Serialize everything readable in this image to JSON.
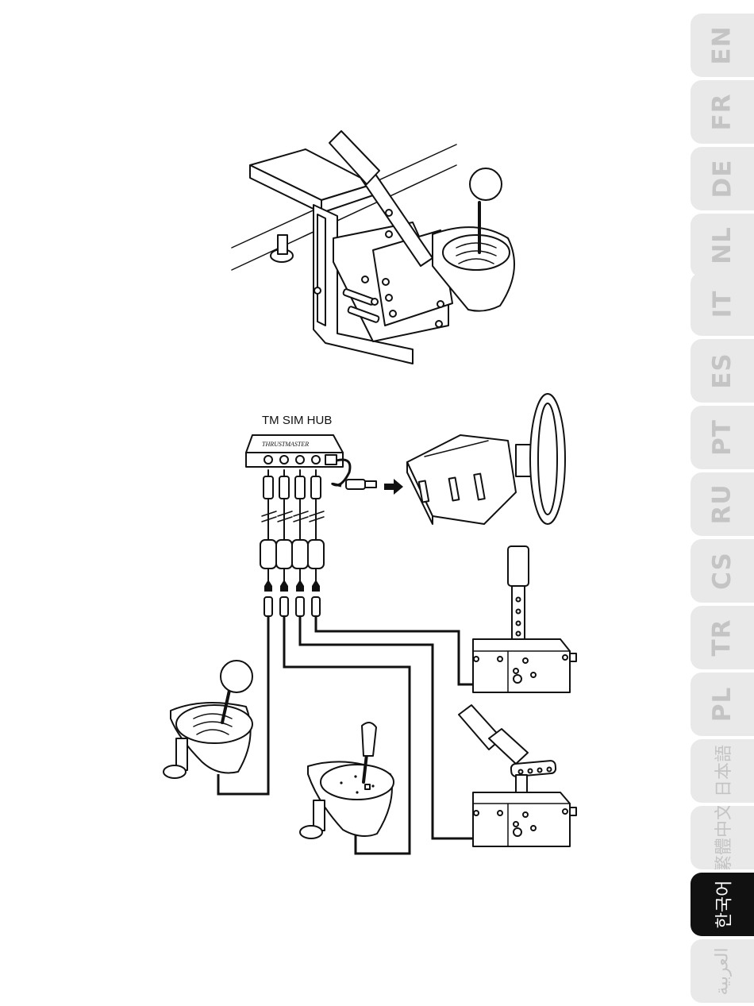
{
  "hub_label": "TM SIM HUB",
  "language_tabs": [
    {
      "label": "EN",
      "active": false
    },
    {
      "label": "FR",
      "active": false
    },
    {
      "label": "DE",
      "active": false
    },
    {
      "label": "NL",
      "active": false
    },
    {
      "label": "IT",
      "active": false
    },
    {
      "label": "ES",
      "active": false
    },
    {
      "label": "PT",
      "active": false
    },
    {
      "label": "RU",
      "active": false
    },
    {
      "label": "CS",
      "active": false
    },
    {
      "label": "TR",
      "active": false
    },
    {
      "label": "PL",
      "active": false
    },
    {
      "label": "日本語",
      "active": false
    },
    {
      "label": "繁體中文",
      "active": false
    },
    {
      "label": "한국어",
      "active": true
    },
    {
      "label": "العربية",
      "active": false
    }
  ],
  "colors": {
    "tab_inactive": "#e9e9e9",
    "tab_active": "#111111",
    "tab_text": "#c4c4c4"
  }
}
